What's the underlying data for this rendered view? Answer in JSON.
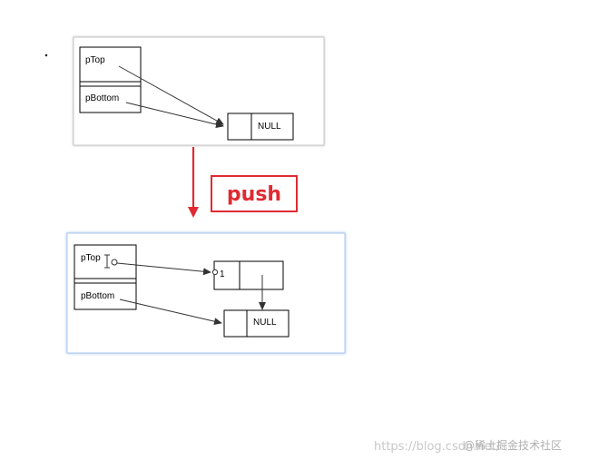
{
  "diagram": {
    "before": {
      "ptop_label": "pTop",
      "pbottom_label": "pBottom",
      "null_label": "NULL"
    },
    "operation": {
      "label": "push",
      "color": "#e02a33"
    },
    "after": {
      "ptop_label": "pTop",
      "pbottom_label": "pBottom",
      "new_node_value": "1",
      "null_label": "NULL",
      "cursor_icon": "text-cursor-icon"
    }
  },
  "watermark": {
    "url_text": "https://blog.csdn.net/",
    "site_text": "@稀土掘金技术社区"
  }
}
